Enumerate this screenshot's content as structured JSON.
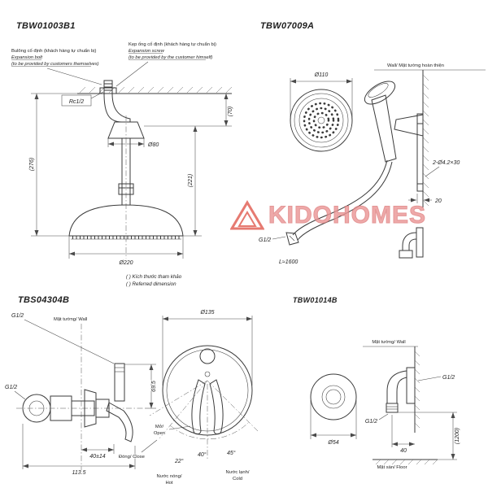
{
  "watermark": {
    "brand": "KIDOHOMES"
  },
  "products": {
    "tbw01003b1": {
      "title": "TBW01003B1",
      "note_bolt_vi": "Bulông cố định (khách hàng tự chuẩn bị)",
      "note_bolt_en": "Expansion bolt",
      "note_bolt_en2": "(to be provided by customers themselves)",
      "note_screw_vi": "Kẹp ống cố định (khách hàng tự chuẩn bị)",
      "note_screw_en": "Expansion screw",
      "note_screw_en2": "(to be provided by the customer himself)",
      "dim_thread": "Rc1/2",
      "dim_arm_height": "(70)",
      "dim_flange_dia": "Ø80",
      "dim_total_height": "(276)",
      "dim_body_height": "(221)",
      "dim_head_dia": "Ø220",
      "footnote_vi": "( ) Kích thước tham khảo",
      "footnote_en": "( ) Referred dimension"
    },
    "tbw07009a": {
      "title": "TBW07009A",
      "wall_label": "Wall/ Mặt tường hoàn thiện",
      "dim_head_dia": "Ø110",
      "dim_screws": "2-Ø4.2×30",
      "dim_offset": "20",
      "dim_thread": "G1/2",
      "dim_hose": "L≈1600"
    },
    "tbs04304b": {
      "title": "TBS04304B",
      "wall_label": "Mặt tường/ Wall",
      "dim_thread_top": "G1/2",
      "dim_thread_left": "G1/2",
      "dim_face_dia": "Ø135",
      "dim_height": "69.5",
      "dim_depth": "40±14",
      "dim_width": "113.5",
      "angle_close": "22°",
      "angle_hot": "40°",
      "angle_cold": "45°",
      "label_open_vi": "Mở/",
      "label_open_en": "Open",
      "label_close": "Đóng/ Close",
      "label_hot_vi": "Nước nóng/",
      "label_hot_en": "Hot",
      "label_cold_vi": "Nước lạnh/",
      "label_cold_en": "Cold"
    },
    "tbw01014b": {
      "title": "TBW01014B",
      "wall_label": "Mặt tường/ Wall",
      "floor_label": "Mặt sàn/ Floor",
      "dim_face_dia": "Ø54",
      "dim_thread_out": "G1/2",
      "dim_thread_wall": "G1/2",
      "dim_offset": "40",
      "dim_height": "(1200)"
    }
  }
}
